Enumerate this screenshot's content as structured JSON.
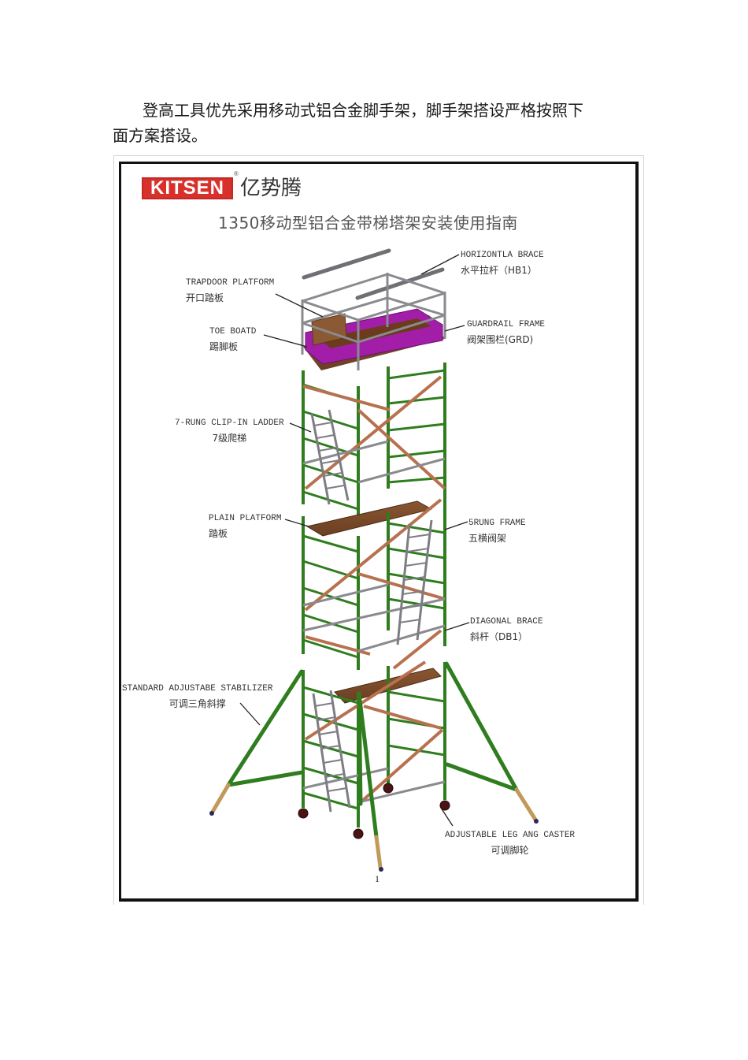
{
  "document": {
    "paragraph": {
      "line1": "登高工具优先采用移动式铝合金脚手架，脚手架搭设严格按照下",
      "line2": "面方案搭设。"
    }
  },
  "figure": {
    "logo": {
      "text": "KITSEN",
      "registered_mark": "®",
      "brand_cn": "亿势腾",
      "color": "#d8312b"
    },
    "title": "1350移动型铝合金带梯塔架安装使用指南",
    "labels": [
      {
        "id": "horizontal-brace",
        "en": "HORIZONTLA BRACE",
        "cn": "水平拉杆（HB1）"
      },
      {
        "id": "trapdoor-platform",
        "en": "TRAPDOOR PLATFORM",
        "cn": "开口踏板"
      },
      {
        "id": "toe-board",
        "en": "TOE BOATD",
        "cn": "踢脚板"
      },
      {
        "id": "guardrail-frame",
        "en": "GUARDRAIL FRAME",
        "cn": "阀架围栏(GRD)"
      },
      {
        "id": "clip-in-ladder",
        "en": "7-RUNG CLIP-IN LADDER",
        "cn": "7级爬梯"
      },
      {
        "id": "plain-platform",
        "en": "PLAIN PLATFORM",
        "cn": "踏板"
      },
      {
        "id": "5rung-frame",
        "en": "5RUNG FRAME",
        "cn": "五横阀架"
      },
      {
        "id": "diagonal-brace",
        "en": "DIAGONAL BRACE",
        "cn": "斜杆（DB1）"
      },
      {
        "id": "stabilizer",
        "en": "STANDARD ADJUSTABE STABILIZER",
        "cn": "可调三角斜撑"
      },
      {
        "id": "leg-caster",
        "en": "ADJUSTABLE LEG ANG CASTER",
        "cn": "可调脚轮"
      }
    ],
    "page_number": "1",
    "colors": {
      "frame_green": "#2f7d1f",
      "brace_copper": "#b8714f",
      "rail_grey": "#8a8a8f",
      "toe_board_purple": "#a21ea8",
      "platform_brown": "#7a4a2a",
      "caster_dark": "#4a1414"
    }
  }
}
